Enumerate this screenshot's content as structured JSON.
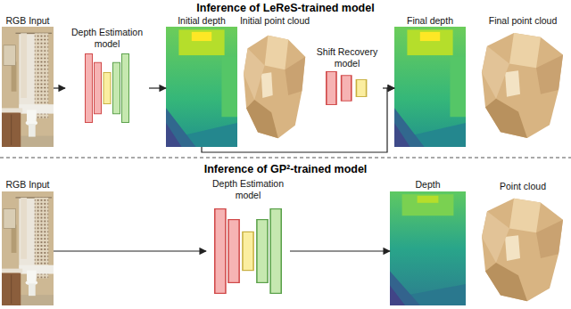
{
  "diagram": {
    "nodes": [
      {
        "text": [
          "RGB Input"
        ]
      },
      {
        "text": [
          "Depth Estimation model"
        ]
      },
      {
        "text": [
          "Initial depth"
        ]
      },
      {
        "text": [
          "Initial point cloud"
        ]
      },
      {
        "text": [
          "Shift Recovery model"
        ]
      },
      {
        "text": [
          "Final depth"
        ]
      },
      {
        "text": [
          "Final point cloud"
        ]
      },
      {
        "text": [
          "RGB Input"
        ]
      },
      {
        "text": [
          "Depth Estimation model"
        ]
      },
      {
        "text": [
          "Depth"
        ]
      },
      {
        "text": [
          "Point cloud"
        ]
      }
    ],
    "edges": [
      {
        "from": 0,
        "to": 1,
        "arrow": "to"
      },
      {
        "from": 1,
        "to": 2,
        "arrow": "to"
      },
      {
        "from": 4,
        "to": 5,
        "arrow": "to"
      },
      {
        "from": 2,
        "to": 5,
        "arrow": "to"
      },
      {
        "from": 7,
        "to": 8,
        "arrow": "to"
      },
      {
        "from": 8,
        "to": 9,
        "arrow": "to"
      }
    ],
    "labels": [
      "Inference of LeReS-trained model",
      "Inference of GP²-trained model"
    ]
  }
}
